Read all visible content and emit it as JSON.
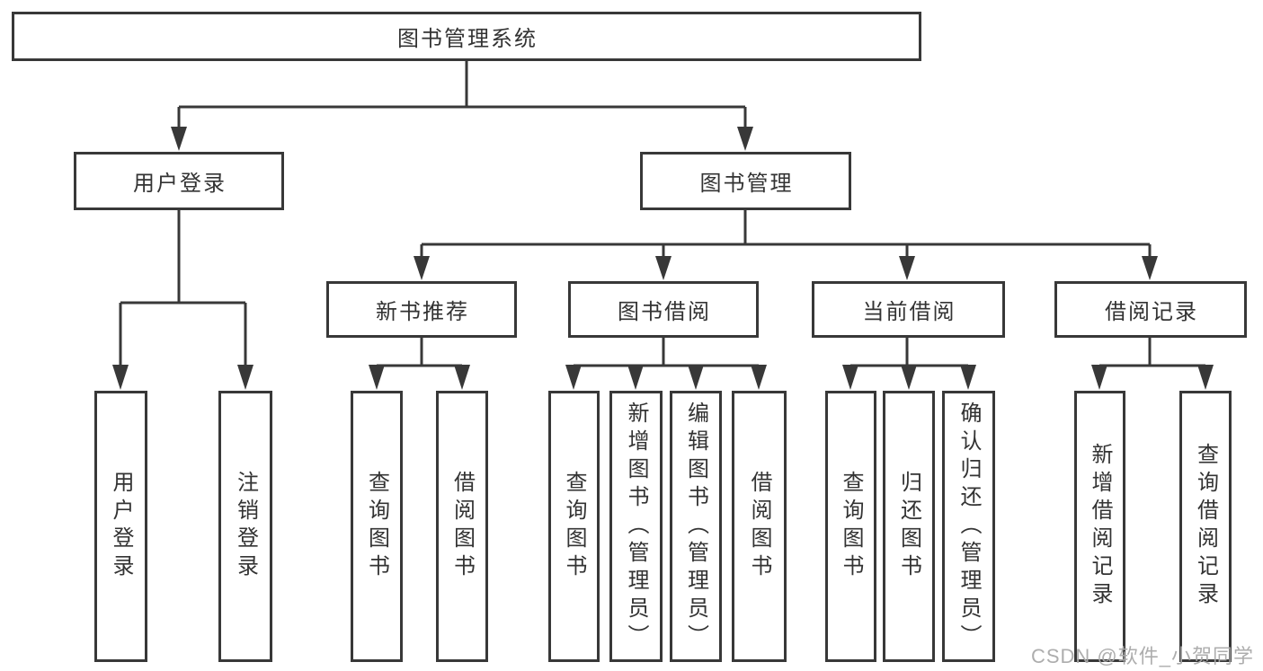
{
  "colors": {
    "line": "#383838",
    "text": "#333333",
    "watermark": "#a9a9a9",
    "background": "#ffffff"
  },
  "tree": {
    "root": "图书管理系统",
    "children": {
      "user_login": {
        "label": "用户登录",
        "children": {
          "login": "用户登录",
          "logout": "注销登录"
        }
      },
      "book_management": {
        "label": "图书管理",
        "children": {
          "new_book_recommend": {
            "label": "新书推荐",
            "children": {
              "query_books": "查询图书",
              "borrow_books": "借阅图书"
            }
          },
          "book_borrowing": {
            "label": "图书借阅",
            "children": {
              "query_books": "查询图书",
              "add_books_admin": "新增图书（管理员）",
              "edit_books_admin": "编辑图书（管理员）",
              "borrow_books": "借阅图书"
            }
          },
          "current_borrowing": {
            "label": "当前借阅",
            "children": {
              "query_books": "查询图书",
              "return_books": "归还图书",
              "confirm_return_admin": "确认归还（管理员）"
            }
          },
          "borrowing_records": {
            "label": "借阅记录",
            "children": {
              "add_borrow_record": "新增借阅记录",
              "query_borrow_record": "查询借阅记录"
            }
          }
        }
      }
    }
  },
  "watermark": {
    "text": "CSDN @软件_小贺同学"
  }
}
